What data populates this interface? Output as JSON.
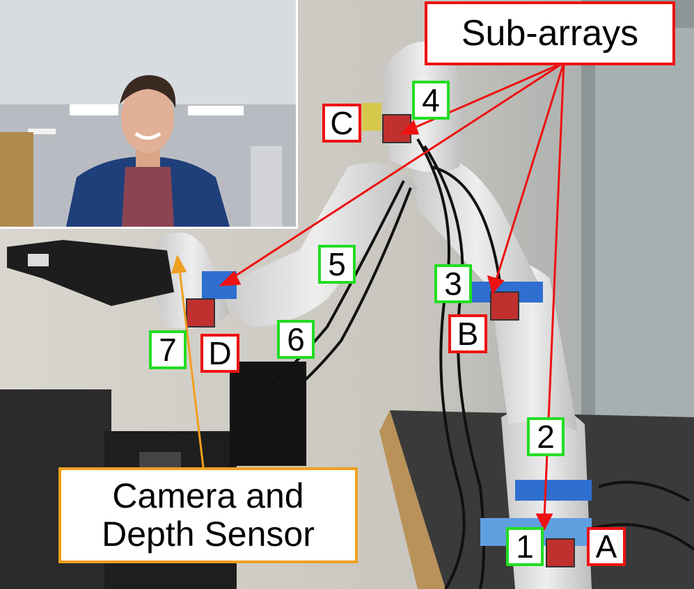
{
  "title_label": "Sub-arrays",
  "sensor_label": {
    "line1": "Camera and",
    "line2": "Depth Sensor"
  },
  "number_labels": [
    "1",
    "2",
    "3",
    "4",
    "5",
    "6",
    "7"
  ],
  "letter_labels": [
    "A",
    "B",
    "C",
    "D"
  ],
  "colors": {
    "number_border": "#22dd22",
    "letter_border": "#ee1111",
    "sensor_border": "#f0a020",
    "arrow_red": "#ee1111",
    "arrow_orange": "#f0a020"
  },
  "inset_photo": "person-smiling-in-office"
}
